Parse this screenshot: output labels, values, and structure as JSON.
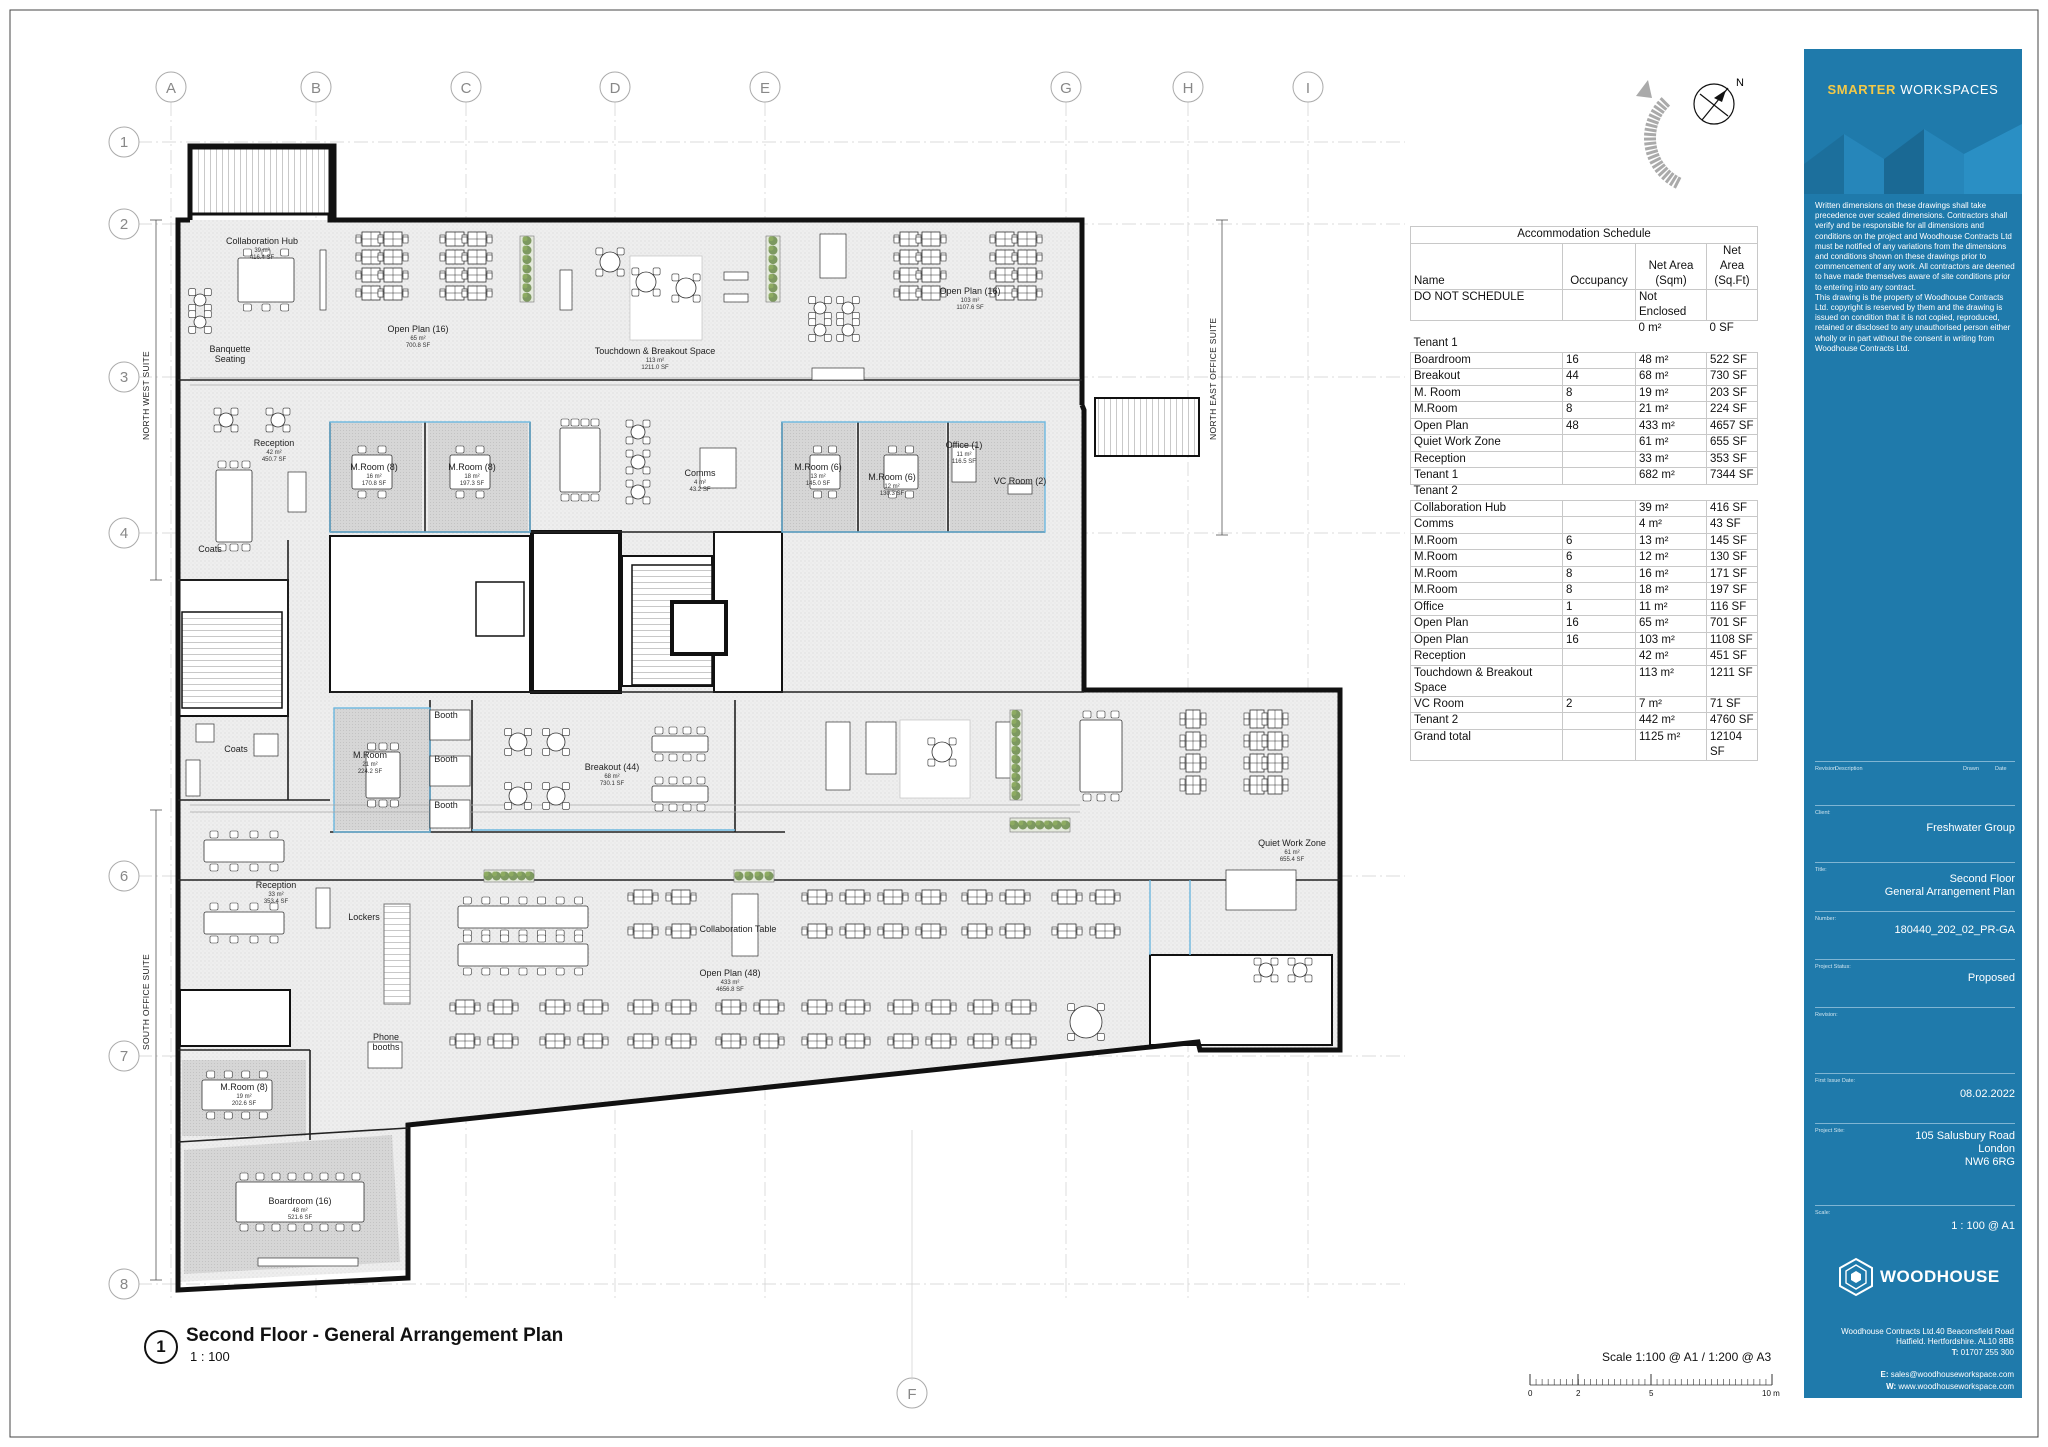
{
  "plan": {
    "title": "Second Floor - General Arrangement Plan",
    "number": "1",
    "scale": "1 : 100",
    "grid_top": [
      "A",
      "B",
      "C",
      "D",
      "E",
      "G",
      "H",
      "I"
    ],
    "grid_left": [
      "1",
      "2",
      "3",
      "4",
      "6",
      "7",
      "8"
    ],
    "grid_bottom": "F",
    "suites": {
      "north_west": "NORTH WEST SUITE",
      "north_east": "NORTH EAST OFFICE SUITE",
      "south": "SOUTH OFFICE SUITE"
    },
    "compass": "N",
    "rooms": [
      {
        "label": "Collaboration Hub",
        "area": "39 m²\n416.4 SF"
      },
      {
        "label": "Banquette\nSeating",
        "area": ""
      },
      {
        "label": "Open Plan (16)",
        "area": "65 m²\n700.8 SF"
      },
      {
        "label": "Touchdown & Breakout Space",
        "area": "113 m²\n1211.0 SF"
      },
      {
        "label": "Open Plan (16)",
        "area": "103 m²\n1107.6 SF"
      },
      {
        "label": "Reception",
        "area": "42 m²\n450.7 SF"
      },
      {
        "label": "M.Room (8)",
        "area": "16 m²\n170.8 SF"
      },
      {
        "label": "M.Room (8)",
        "area": "18 m²\n197.3 SF"
      },
      {
        "label": "Comms",
        "area": "4 m²\n43.2 SF"
      },
      {
        "label": "M.Room (6)",
        "area": "13 m²\n145.0 SF"
      },
      {
        "label": "M.Room (6)",
        "area": "12 m²\n130.3 SF"
      },
      {
        "label": "Office (1)",
        "area": "11 m²\n116.5 SF"
      },
      {
        "label": "VC Room (2)",
        "area": ""
      },
      {
        "label": "Coats",
        "area": ""
      },
      {
        "label": "Coats",
        "area": ""
      },
      {
        "label": "M.Room",
        "area": "21 m²\n224.2 SF"
      },
      {
        "label": "Booth",
        "area": ""
      },
      {
        "label": "Booth",
        "area": ""
      },
      {
        "label": "Booth",
        "area": ""
      },
      {
        "label": "Breakout (44)",
        "area": "68 m²\n730.1 SF"
      },
      {
        "label": "Quiet Work Zone",
        "area": "61 m²\n655.4 SF"
      },
      {
        "label": "Reception",
        "area": "33 m²\n353.4 SF"
      },
      {
        "label": "Lockers",
        "area": ""
      },
      {
        "label": "Collaboration Table",
        "area": ""
      },
      {
        "label": "Open Plan (48)",
        "area": "433 m²\n4656.8 SF"
      },
      {
        "label": "Phone\nbooths",
        "area": ""
      },
      {
        "label": "M.Room (8)",
        "area": "19 m²\n202.6 SF"
      },
      {
        "label": "Boardroom (16)",
        "area": "48 m²\n521.6 SF"
      }
    ]
  },
  "schedule": {
    "title": "Accommodation Schedule",
    "headers": [
      "Name",
      "Occupancy",
      "Net Area\n(Sqm)",
      "Net Area\n(Sq.Ft)"
    ],
    "do_not_schedule": {
      "name": "DO NOT SCHEDULE",
      "col3": "Not\nEnclosed",
      "sqm": "0 m²",
      "sqft": "0 SF"
    },
    "tenant1_label": "Tenant 1",
    "tenant1": [
      [
        "Boardroom",
        "16",
        "48 m²",
        "522 SF"
      ],
      [
        "Breakout",
        "44",
        "68 m²",
        "730 SF"
      ],
      [
        "M. Room",
        "8",
        "19 m²",
        "203 SF"
      ],
      [
        "M.Room",
        "8",
        "21 m²",
        "224 SF"
      ],
      [
        "Open Plan",
        "48",
        "433 m²",
        "4657 SF"
      ],
      [
        "Quiet Work Zone",
        "",
        "61 m²",
        "655 SF"
      ],
      [
        "Reception",
        "",
        "33 m²",
        "353 SF"
      ],
      [
        "Tenant 1",
        "",
        "682 m²",
        "7344 SF"
      ]
    ],
    "tenant2_label": "Tenant 2",
    "tenant2": [
      [
        "Collaboration Hub",
        "",
        "39 m²",
        "416 SF"
      ],
      [
        "Comms",
        "",
        "4 m²",
        "43 SF"
      ],
      [
        "M.Room",
        "6",
        "13 m²",
        "145 SF"
      ],
      [
        "M.Room",
        "6",
        "12 m²",
        "130 SF"
      ],
      [
        "M.Room",
        "8",
        "16 m²",
        "171 SF"
      ],
      [
        "M.Room",
        "8",
        "18 m²",
        "197 SF"
      ],
      [
        "Office",
        "1",
        "11 m²",
        "116 SF"
      ],
      [
        "Open Plan",
        "16",
        "65 m²",
        "701 SF"
      ],
      [
        "Open Plan",
        "16",
        "103 m²",
        "1108 SF"
      ],
      [
        "Reception",
        "",
        "42 m²",
        "451 SF"
      ],
      [
        "Touchdown & Breakout\nSpace",
        "",
        "113 m²",
        "1211 SF"
      ],
      [
        "VC Room",
        "2",
        "7 m²",
        "71 SF"
      ],
      [
        "Tenant 2",
        "",
        "442 m²",
        "4760 SF"
      ],
      [
        "Grand total",
        "",
        "1125 m²",
        "12104 SF"
      ]
    ]
  },
  "scale_bar": {
    "text": "Scale 1:100 @ A1 / 1:200 @ A3",
    "ticks": [
      "0",
      "2",
      "5",
      "10 m"
    ]
  },
  "panel": {
    "brand_a": "SMARTER",
    "brand_b": " WORKSPACES",
    "notes": "Written dimensions on these drawings shall take precedence over scaled dimensions. Contractors shall verify and be responsible for all dimensions and conditions on the project and Woodhouse Contracts Ltd must be notified of any variations from the dimensions and conditions shown on these drawings prior to commencement of any work. All contractors are deemed to have made themselves aware of site conditions prior to entering into any contract.\nThis drawing is the property of Woodhouse Contracts Ltd. copyright is reserved by them and the drawing is issued on condition that it is not copied, reproduced, retained or disclosed to any unauthorised person either wholly or in part without the consent in writing from Woodhouse Contracts Ltd.",
    "rev_headers": [
      "Revision",
      "Description",
      "Drawn",
      "Date"
    ],
    "client_label": "Client:",
    "client": "Freshwater Group",
    "title_label": "Title:",
    "title": "Second Floor\nGeneral Arrangement Plan",
    "number_label": "Number:",
    "number": "180440_202_02_PR-GA",
    "status_label": "Project Status:",
    "status": "Proposed",
    "revision_label": "Revision:",
    "revision": "",
    "date_label": "First Issue Date:",
    "date": "08.02.2022",
    "site_label": "Project Site:",
    "site": "105 Salusbury Road\nLondon\nNW6 6RG",
    "scale_label": "Scale:",
    "scale": "1 : 100 @ A1",
    "logo": "WOODHOUSE",
    "address": "Woodhouse Contracts Ltd.40 Beaconsfield Road\nHatfield. Hertfordshire. AL10 8BB",
    "phone_label": "T:",
    "phone": " 01707 255 300",
    "email_label": "E:",
    "email": " sales@woodhouseworkspace.com",
    "web_label": "W:",
    "web": " www.woodhouseworkspace.com"
  },
  "colors": {
    "panel": "#1f7aab",
    "accent": "#f3c948",
    "floor": "#ececec",
    "glass": "#6cb8e0",
    "planting": "#6b8b4a"
  }
}
